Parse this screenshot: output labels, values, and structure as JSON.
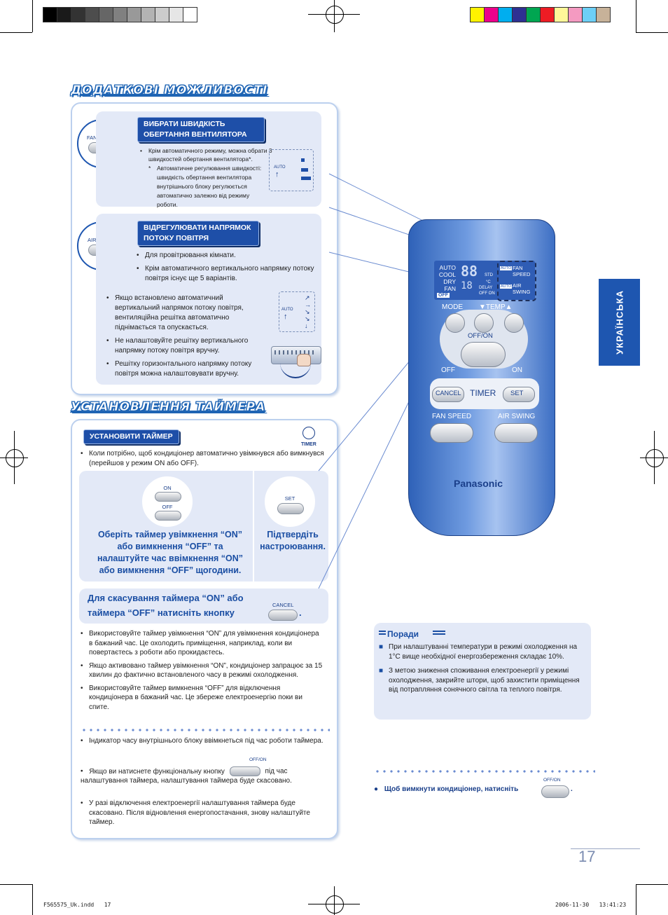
{
  "section1": {
    "title": "ДОДАТКОВІ МОЖЛИВОСТІ",
    "fan": {
      "button_caption": "FAN SPEED",
      "heading_line1": "ВИБРАТИ ШВИДКІСТЬ",
      "heading_line2": "ОБЕРТАННЯ ВЕНТИЛЯТОРА",
      "bullet": "Крім автоматичного режиму, можна обрати 3 швидкостей обертання вентилятора*.",
      "note_marker": "*",
      "note": "Автоматичне регулювання швидкості: швидкість обертання вентилятора внутрішнього блоку регулюється автоматично залежно від режиму роботи.",
      "auto_label": "AUTO"
    },
    "swing": {
      "button_caption": "AIR SWING",
      "heading_line1": "ВІДРЕГУЛЮВАТИ НАПРЯМОК",
      "heading_line2": "ПОТОКУ ПОВІТРЯ",
      "bullets_top": [
        "Для провітрювання кімнати.",
        "Крім автоматичного вертикального напрямку потоку повітря існує ще 5 варіантів."
      ],
      "bullets_bottom": [
        "Якщо встановлено автоматичний вертикальний напрямок потоку повітря, вентиляційна решітка автоматично піднімається та опускається.",
        "Не налаштовуйте решітку вертикального напрямку потоку повітря вручну.",
        "Решітку горизонтального напрямку потоку повітря можна налаштовувати вручну."
      ],
      "auto_label": "AUTO"
    }
  },
  "section2": {
    "title": "УСТАНОВЛЕННЯ ТАЙМЕРА",
    "heading": "УСТАНОВИТИ ТАЙМЕР",
    "timer_icon_label": "TIMER",
    "intro": "Коли потрібно, щоб кондиціонер автоматично увімкнувся або вимкнувся (перейшов у режим ON або OFF).",
    "btn_on": "ON",
    "btn_off": "OFF",
    "btn_set": "SET",
    "step1": "Оберіть таймер увімкнення “ON” або вимкнення “OFF” та налаштуйте час ввімкнення “ON” або вимкнення “OFF” щогодини.",
    "step2": "Підтвердіть настроювання.",
    "cancel_text_line1": "Для скасування таймера “ON” або",
    "cancel_text_line2": "таймера “OFF” натисніть кнопку",
    "cancel_period": ".",
    "cancel_btn": "CANCEL",
    "bullets_a": [
      "Використовуйте таймер увімкнення “ON” для увімкнення кондиціонера в бажаний час. Це охолодить приміщення, наприклад, коли ви повертаєтесь з роботи або прокидаєтесь.",
      "Якщо активовано таймер увімкнення “ON”, кондиціонер запрацює за 15 хвилин до фактично встановленого часу в режимі охолодження.",
      "Використовуйте таймер вимкнення “OFF” для відключення кондиціонера в бажаний час. Це збереже електроенергію поки ви спите."
    ],
    "bullet_b1": "Індикатор часу внутрішнього блоку ввімкнеться під час роботи таймера.",
    "bullet_b2_part1": "Якщо ви натиснете функціональну кнопку",
    "bullet_b2_part2": "під час налаштування таймера, налаштування таймера буде скасовано.",
    "offon_label": "OFF/ON",
    "bullet_b3": "У разі відключення електроенергії налаштування таймера буде скасовано. Після відновлення енергопостачання, знову налаштуйте таймер."
  },
  "remote": {
    "lcd_modes": [
      "AUTO",
      "COOL",
      "DRY",
      "FAN"
    ],
    "lcd_off": "OFF",
    "lcd_std": "STD",
    "lcd_c": "°C",
    "lcd_delay": "DELAY",
    "lcd_offon": "OFF ON",
    "lcd_auto": "AUTO",
    "lcd_fan_speed": "FAN SPEED",
    "lcd_air_swing": "AIR SWING",
    "mode": "MODE",
    "temp": "▼TEMP▲",
    "offon": "OFF/ON",
    "off": "OFF",
    "on": "ON",
    "cancel": "CANCEL",
    "timer": "TIMER",
    "set": "SET",
    "fan_speed": "FAN SPEED",
    "air_swing": "AIR SWING",
    "brand": "Panasonic"
  },
  "language_tab": "УКРАЇНСЬКА",
  "tips": {
    "title": "Поради",
    "items": [
      "При налаштуванні температури в режимі охолодження на 1°C вище необхідної енергозбереження складає 10%.",
      "З метою зниження споживання електроенергії у режимі охолодження, закрийте штори, щоб захистити приміщення від потрапляння сонячного світла та теплого повітря."
    ]
  },
  "turn_off_note": "Щоб вимкнути кондиціонер, натисніть",
  "turn_off_period": ".",
  "page_number": "17",
  "footer_left": "F565575_Uk.indd   17",
  "footer_right": "2006-11-30   13:41:23"
}
